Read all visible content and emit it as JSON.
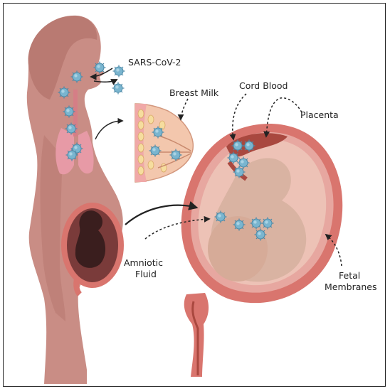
{
  "labels": {
    "virus": "SARS-CoV-2",
    "breast_milk": "Breast Milk",
    "cord_blood": "Cord Blood",
    "placenta": "Placenta",
    "amniotic_line1": "Amniotic",
    "amniotic_line2": "Fluid",
    "fetal_line1": "Fetal",
    "fetal_line2": "Membranes"
  },
  "colors": {
    "skin": "#c98d85",
    "skin_dark": "#b97a72",
    "uterus_wall": "#d9756e",
    "uterus_inner": "#e7a7a0",
    "fetus": "#d9b3a2",
    "virus": "#7ab5cf",
    "lung": "#e79aa6",
    "breast_tissue": "#f3c7ad"
  }
}
